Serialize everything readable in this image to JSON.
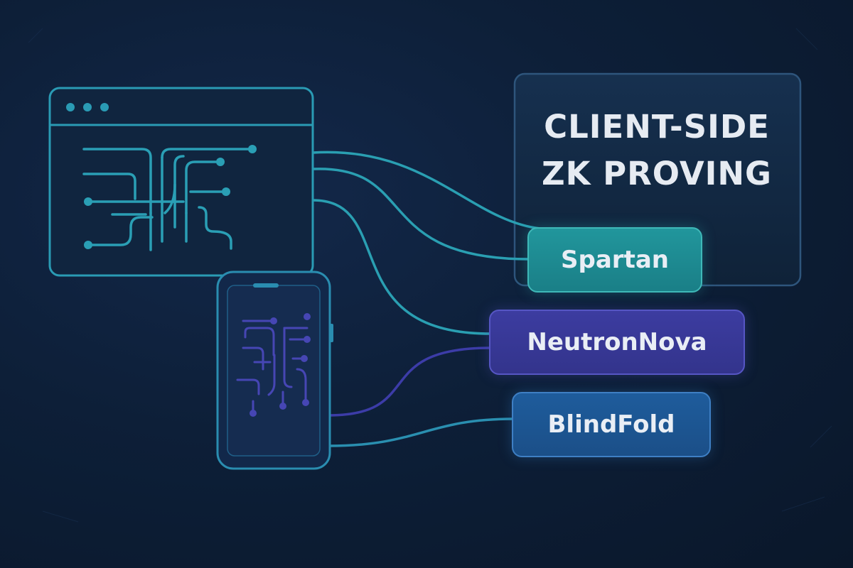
{
  "title": {
    "line1": "CLIENT-SIDE",
    "line2": "ZK PROVING"
  },
  "labels": {
    "spartan": "Spartan",
    "neutronnova": "NeutronNova",
    "blindfold": "BlindFold"
  },
  "colors": {
    "background": "#0b1a2e",
    "teal": "#2aa8b8",
    "indigo": "#4a48b8",
    "blue": "#2f74c0",
    "title_text": "#e6ebf2"
  },
  "icons": {
    "browser_window": "browser-window-icon",
    "phone": "smartphone-icon",
    "circuit": "circuit-trace-icon"
  }
}
